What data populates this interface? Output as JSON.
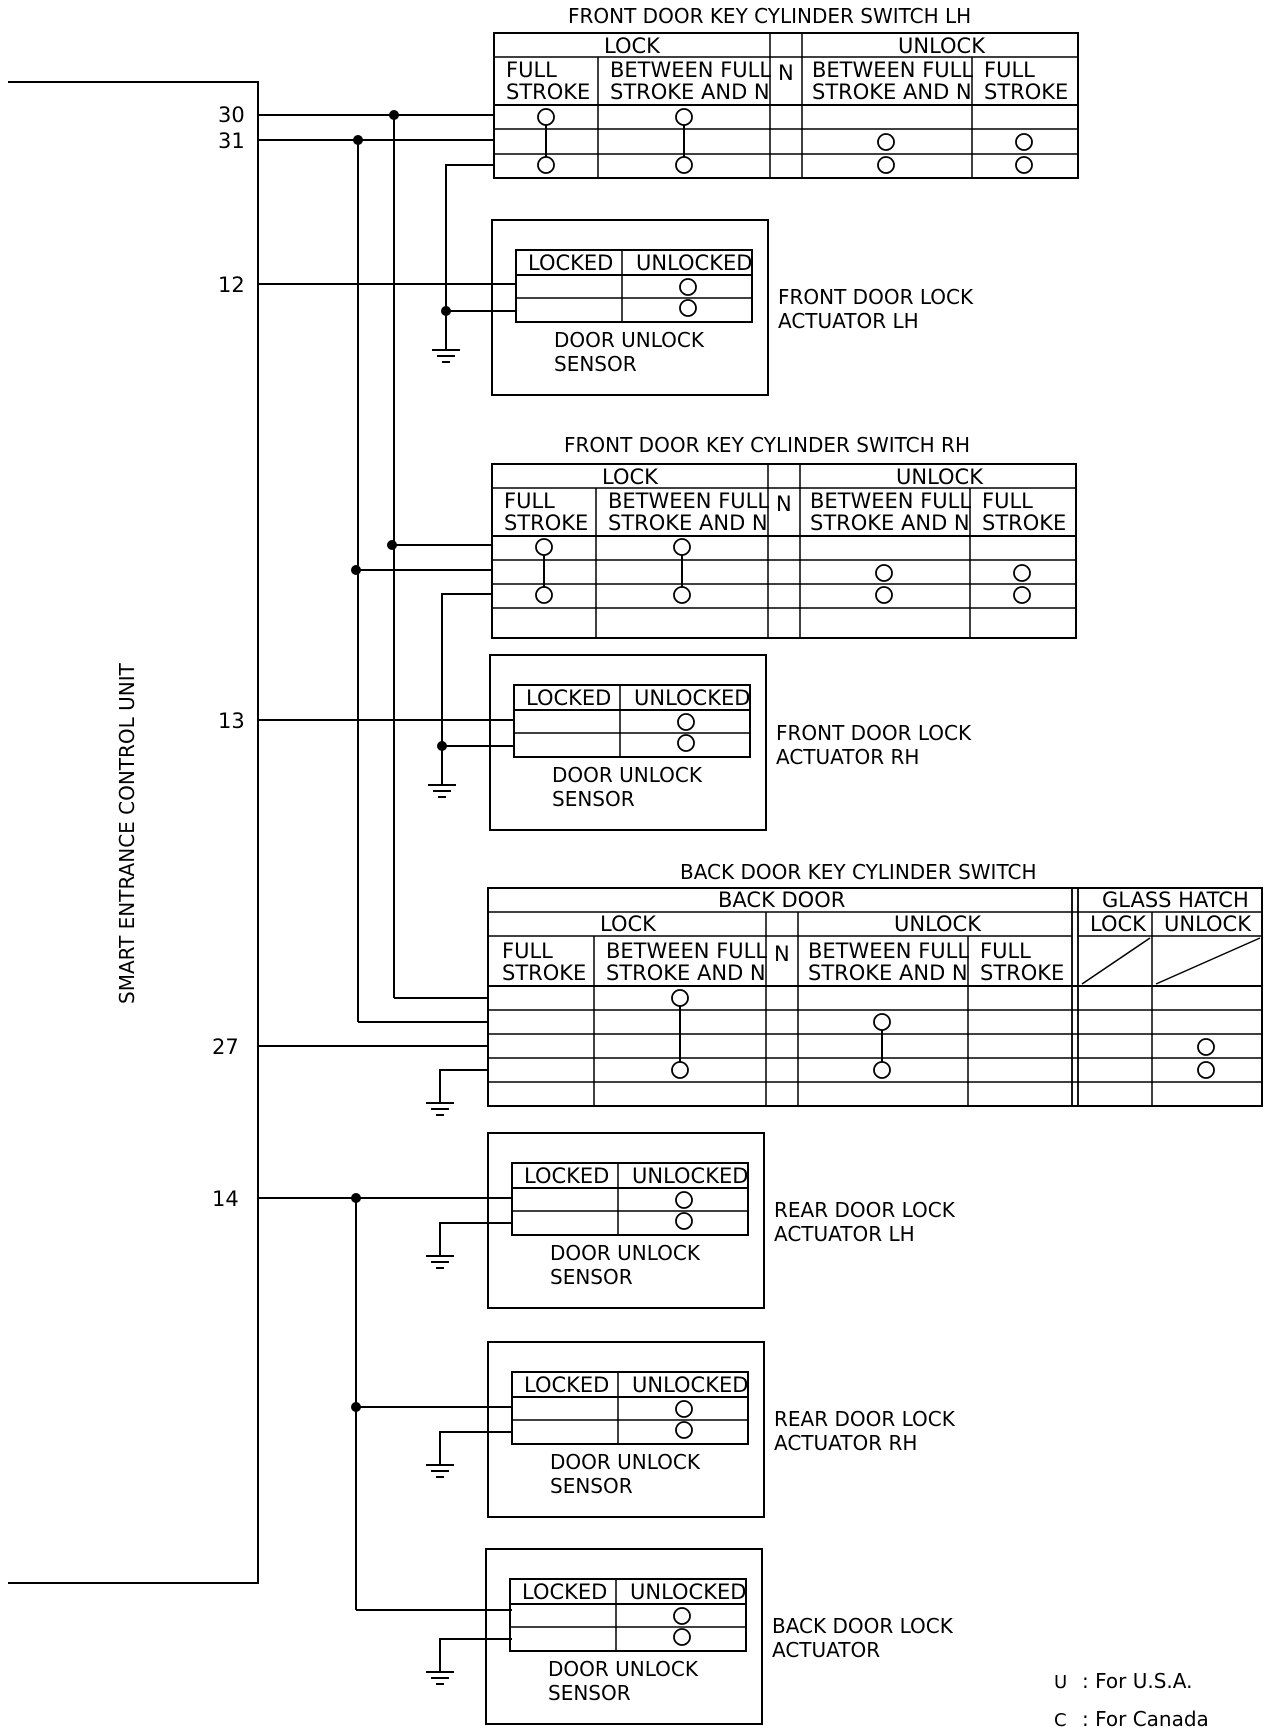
{
  "control_unit": {
    "label": "SMART ENTRANCE CONTROL UNIT",
    "pins": [
      "30",
      "31",
      "12",
      "13",
      "27",
      "14"
    ]
  },
  "key_switch_headers": {
    "lock": "LOCK",
    "unlock": "UNLOCK",
    "n": "N",
    "full_1": "FULL",
    "stroke": "STROKE",
    "between_1": "BETWEEN FULL",
    "between_2": "STROKE AND N"
  },
  "front_switch_lh": {
    "title": "FRONT DOOR KEY CYLINDER SWITCH LH"
  },
  "front_switch_rh": {
    "title": "FRONT DOOR KEY CYLINDER SWITCH RH"
  },
  "back_switch": {
    "title": "BACK DOOR KEY CYLINDER SWITCH",
    "back_door": "BACK DOOR",
    "glass_hatch": "GLASS HATCH"
  },
  "actuator_headers": {
    "locked": "LOCKED",
    "unlocked": "UNLOCKED",
    "sensor_1": "DOOR UNLOCK",
    "sensor_2": "SENSOR"
  },
  "actuators": [
    {
      "line1": "FRONT DOOR LOCK",
      "line2": "ACTUATOR LH"
    },
    {
      "line1": "FRONT DOOR LOCK",
      "line2": "ACTUATOR RH"
    },
    {
      "line1": "REAR DOOR LOCK",
      "line2": "ACTUATOR LH"
    },
    {
      "line1": "REAR DOOR LOCK",
      "line2": "ACTUATOR RH"
    },
    {
      "line1": "BACK DOOR LOCK",
      "line2": "ACTUATOR"
    }
  ],
  "legend": [
    {
      "symbol": "U",
      "text": ": For U.S.A."
    },
    {
      "symbol": "C",
      "text": ": For Canada"
    }
  ]
}
